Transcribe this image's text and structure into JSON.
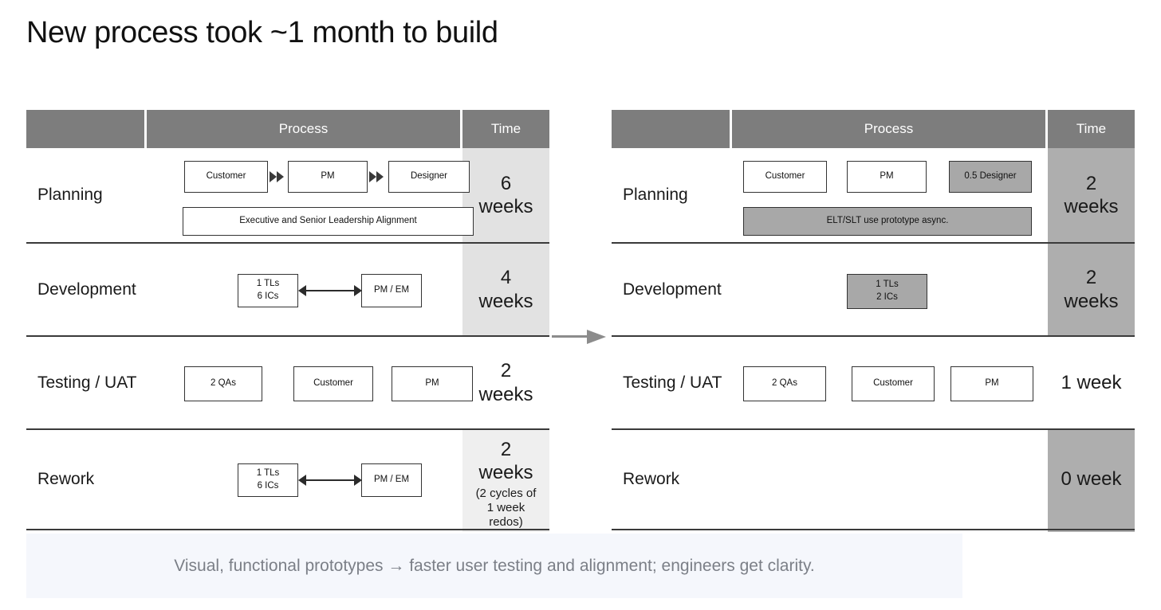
{
  "title": "New process took ~1 month to build",
  "colors": {
    "header_gray": "#7d7d7d",
    "time_shade_left": "#e2e2e2",
    "time_shade_right": "#aeaeae",
    "box_fill_gray": "#a8a8a8",
    "footer_band": "#f5f7fc",
    "connector_arrow": "#8c8c8c"
  },
  "tables": {
    "left": {
      "headers": {
        "label": "",
        "process": "Process",
        "time": "Time"
      },
      "rows": [
        {
          "label": "Planning",
          "time": "6\nweeks",
          "time_note": "",
          "time_shaded": true,
          "boxes": [
            {
              "text": "Customer",
              "filled": false
            },
            {
              "text": "PM",
              "filled": false
            },
            {
              "text": "Designer",
              "filled": false
            },
            {
              "text": "Executive and Senior Leadership Alignment",
              "filled": false
            }
          ]
        },
        {
          "label": "Development",
          "time": "4\nweeks",
          "time_note": "",
          "time_shaded": true,
          "boxes": [
            {
              "text": "1 TLs\n6 ICs",
              "filled": false
            },
            {
              "text": "PM / EM",
              "filled": false
            }
          ]
        },
        {
          "label": "Testing / UAT",
          "time": "2\nweeks",
          "time_note": "",
          "time_shaded": false,
          "boxes": [
            {
              "text": "2 QAs",
              "filled": false
            },
            {
              "text": "Customer",
              "filled": false
            },
            {
              "text": "PM",
              "filled": false
            }
          ]
        },
        {
          "label": "Rework",
          "time": "2\nweeks",
          "time_note": "(2 cycles of\n1 week\nredos)",
          "time_shaded": true,
          "boxes": [
            {
              "text": "1 TLs\n6 ICs",
              "filled": false
            },
            {
              "text": "PM / EM",
              "filled": false
            }
          ]
        }
      ]
    },
    "right": {
      "headers": {
        "label": "",
        "process": "Process",
        "time": "Time"
      },
      "rows": [
        {
          "label": "Planning",
          "time": "2\nweeks",
          "time_note": "",
          "time_shaded": true,
          "boxes": [
            {
              "text": "Customer",
              "filled": false
            },
            {
              "text": "PM",
              "filled": false
            },
            {
              "text": "0.5 Designer",
              "filled": true
            },
            {
              "text": "ELT/SLT use prototype async.",
              "filled": true
            }
          ]
        },
        {
          "label": "Development",
          "time": "2\nweeks",
          "time_note": "",
          "time_shaded": true,
          "boxes": [
            {
              "text": "1 TLs\n2 ICs",
              "filled": true
            }
          ]
        },
        {
          "label": "Testing / UAT",
          "time": "1 week",
          "time_note": "",
          "time_shaded": false,
          "boxes": [
            {
              "text": "2 QAs",
              "filled": false
            },
            {
              "text": "Customer",
              "filled": false
            },
            {
              "text": "PM",
              "filled": false
            }
          ]
        },
        {
          "label": "Rework",
          "time": "0 week",
          "time_note": "",
          "time_shaded": true,
          "boxes": []
        }
      ]
    }
  },
  "footer": {
    "text": "Visual, functional prototypes → faster user testing and alignment; engineers get clarity."
  }
}
